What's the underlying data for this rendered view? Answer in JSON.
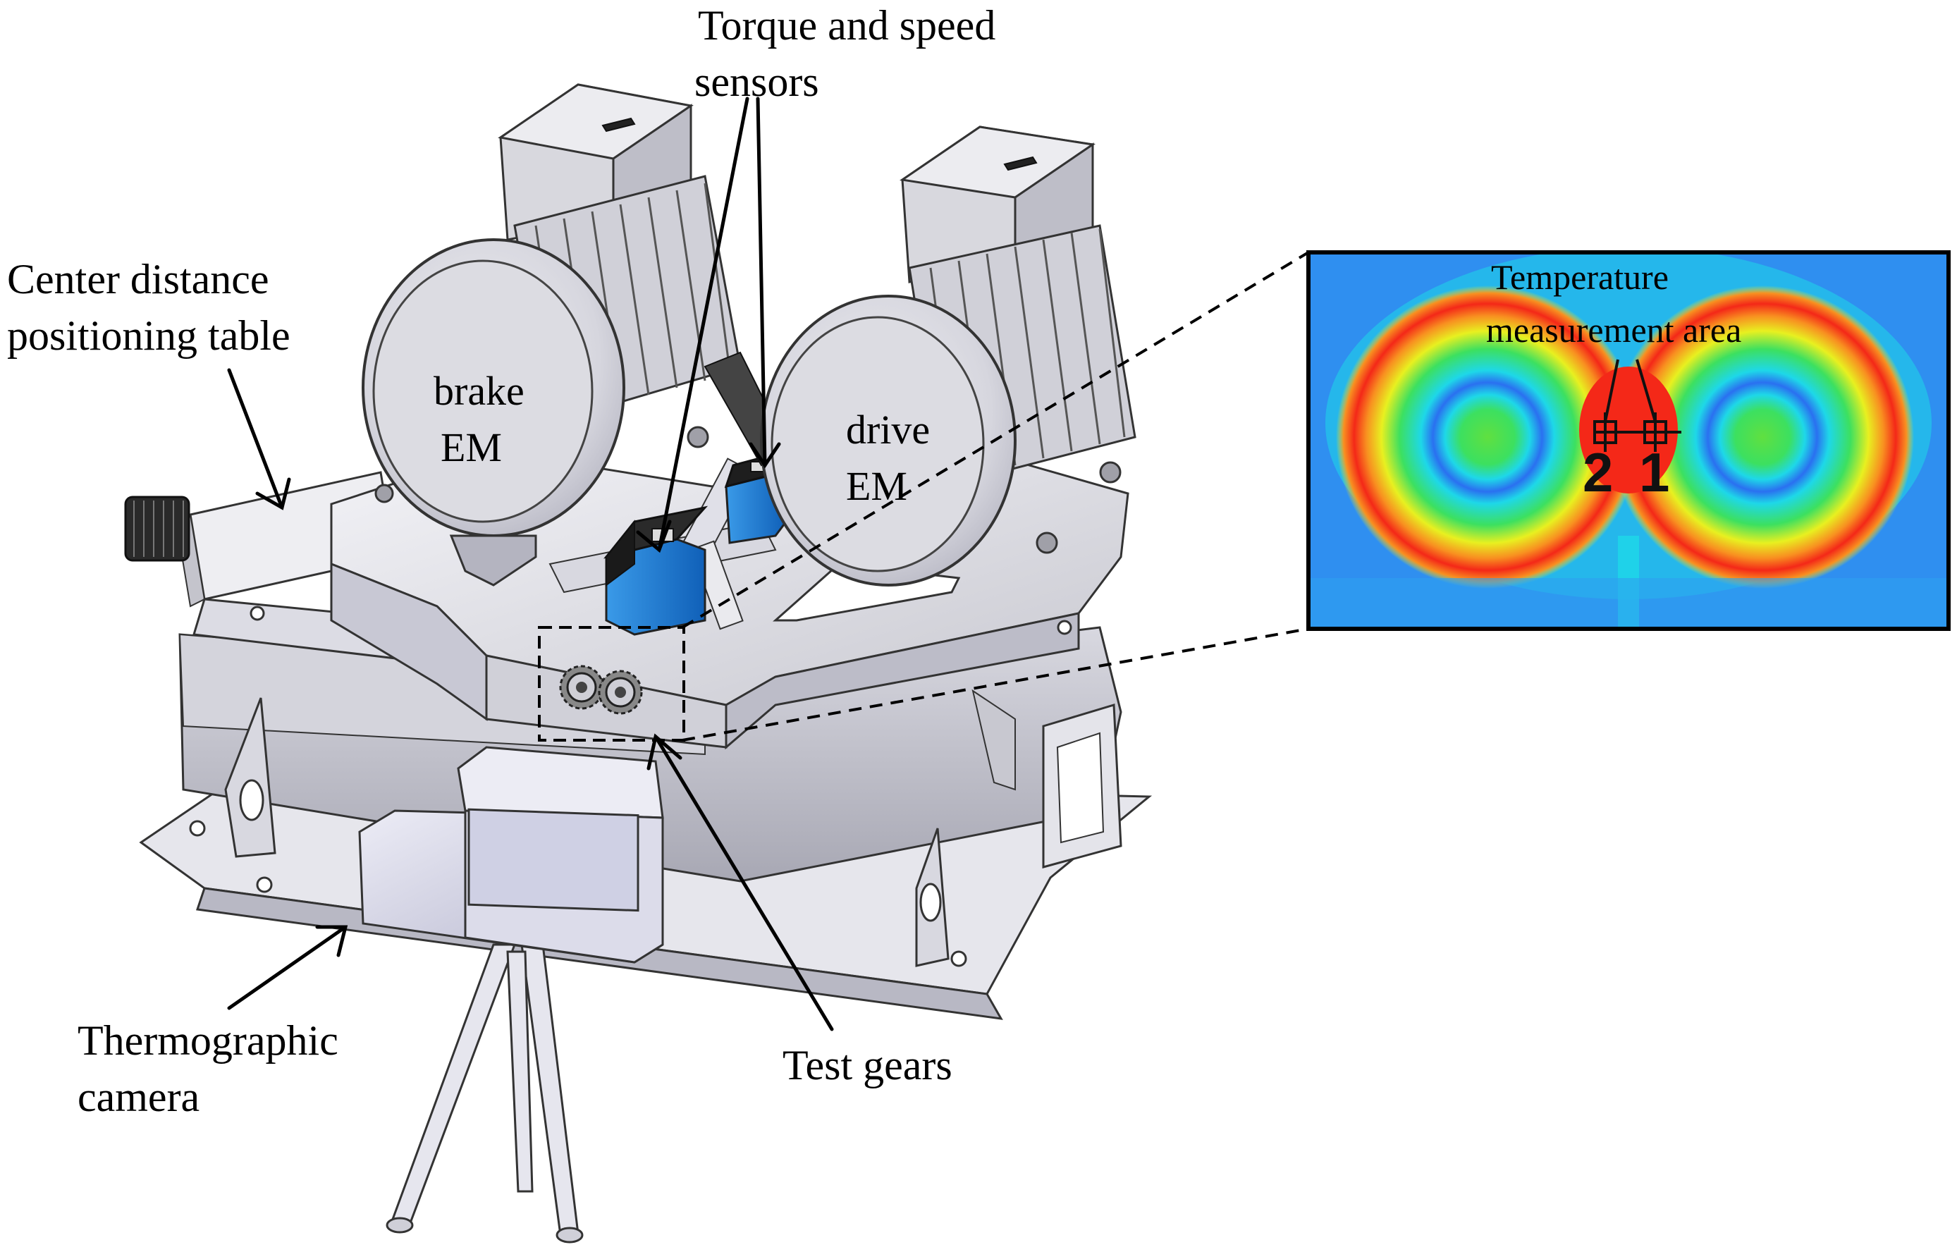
{
  "labels": {
    "sensors_line1": "Torque and speed",
    "sensors_line2": "sensors",
    "center_line1": "Center distance",
    "center_line2": "positioning table",
    "brake_line1": "brake",
    "brake_line2": "EM",
    "drive_line1": "drive",
    "drive_line2": "EM",
    "camera_line1": "Thermographic",
    "camera_line2": "camera",
    "gears": "Test gears"
  },
  "thermal_inset": {
    "title_line1": "Temperature",
    "title_line2": "measurement area",
    "point_2": "2",
    "point_1": "1",
    "colors": {
      "outer": "#2f8ff0",
      "cyan": "#1ed8e8",
      "green": "#3ce060",
      "yellow": "#e8f020",
      "orange": "#f89020",
      "red": "#f42818"
    }
  }
}
